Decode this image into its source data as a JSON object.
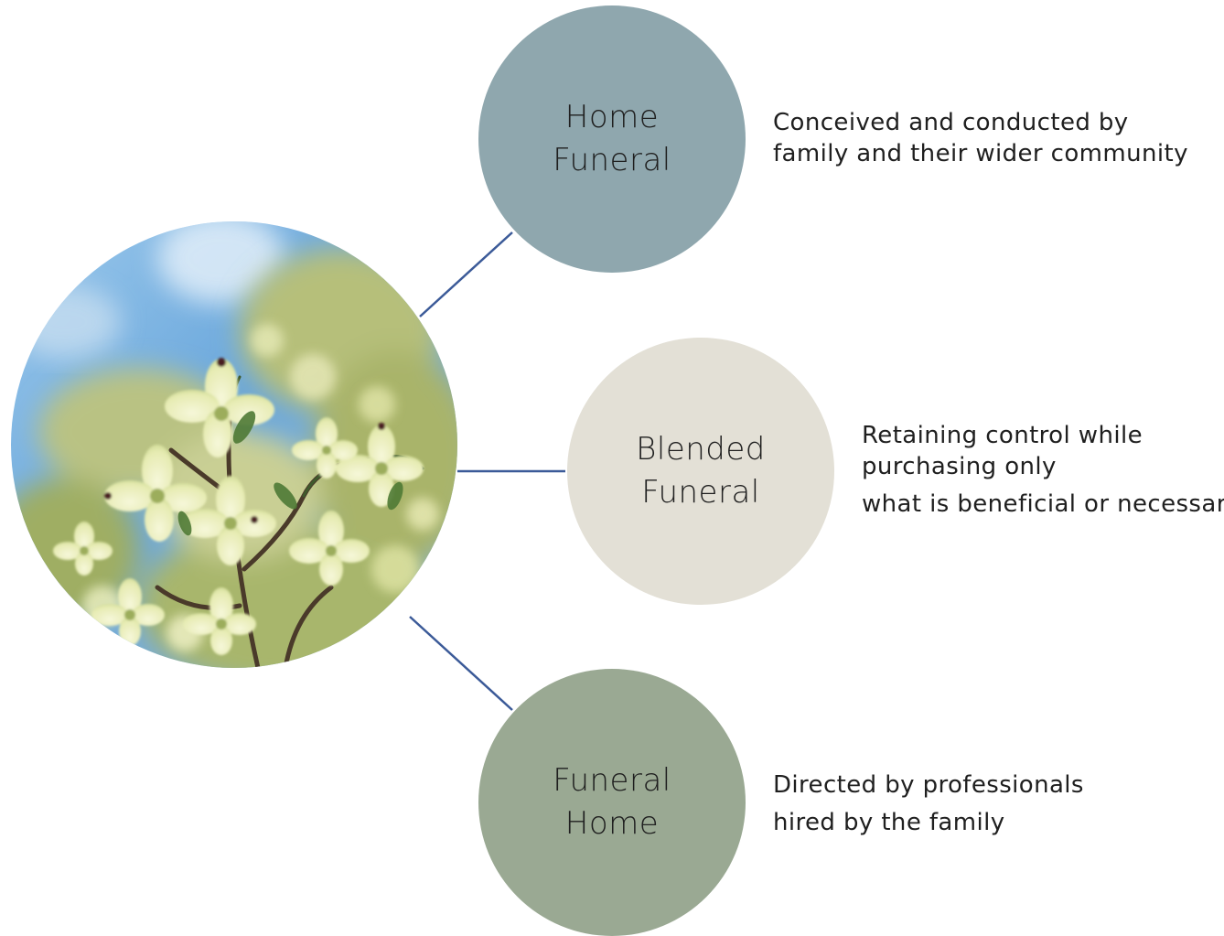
{
  "colors": {
    "connector": "#3b5a98",
    "home_funeral_fill": "#8fa7ae",
    "blended_funeral_fill": "#e3e0d6",
    "funeral_home_fill": "#9aa993",
    "text": "#1f1f1f"
  },
  "image": {
    "subject": "white dogwood blossoms against a blue sky"
  },
  "nodes": [
    {
      "id": "home-funeral",
      "lines": [
        "Home",
        "Funeral"
      ],
      "description": [
        "Conceived and conducted by",
        "family and their wider community"
      ]
    },
    {
      "id": "blended-funeral",
      "lines": [
        "Blended",
        "Funeral"
      ],
      "description": [
        "Retaining control while",
        "purchasing only",
        "what is beneficial or necessary"
      ]
    },
    {
      "id": "funeral-home",
      "lines": [
        "Funeral",
        "Home"
      ],
      "description": [
        "Directed by professionals",
        "hired by the family"
      ]
    }
  ]
}
